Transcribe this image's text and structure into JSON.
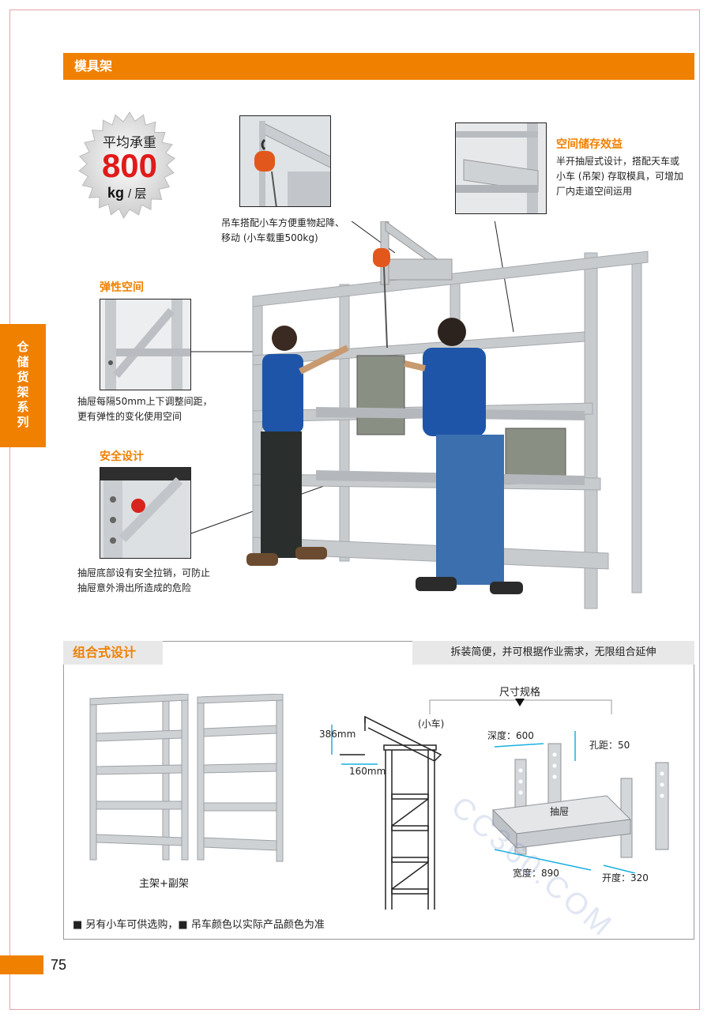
{
  "header": {
    "title": "模具架"
  },
  "side_tab": {
    "label": "仓储货架系列"
  },
  "badge": {
    "line1": "平均承重",
    "value": "800",
    "unit": "kg",
    "suffix": "/ 层"
  },
  "callouts": {
    "crane": {
      "caption_line1": "吊车搭配小车方便重物起降、",
      "caption_line2": "移动 (小车载重500kg)"
    },
    "space": {
      "title": "空间储存效益",
      "line1": "半开抽屉式设计，搭配天车或",
      "line2": "小车 (吊架) 存取模具，可增加",
      "line3": "厂内走道空间运用"
    },
    "elastic": {
      "title": "弹性空间",
      "line1": "抽屉每隔50mm上下调整间距，",
      "line2": "更有弹性的变化使用空间"
    },
    "safety": {
      "title": "安全设计",
      "line1": "抽屉底部设有安全拉销，可防止",
      "line2": "抽屉意外滑出所造成的危险"
    }
  },
  "section2": {
    "title": "组合式设计",
    "subtitle": "拆装简便，并可根据作业需求，无限组合延伸",
    "main_sub_label": "主架+副架",
    "trolley_label": "(小车)",
    "dim_386": "386mm",
    "dim_160": "160mm",
    "spec_title": "尺寸规格",
    "depth": "深度：600",
    "hole_pitch": "孔距：50",
    "drawer": "抽屉",
    "width": "宽度：890",
    "opening": "开度：320",
    "note": "■ 另有小车可供选购，■ 吊车颜色以实际产品颜色为准"
  },
  "footer": {
    "page": "75"
  },
  "watermark": "CC360.COM",
  "colors": {
    "accent": "#f08000",
    "badge_red": "#e21a1a",
    "frame": "#e6a3a8"
  }
}
